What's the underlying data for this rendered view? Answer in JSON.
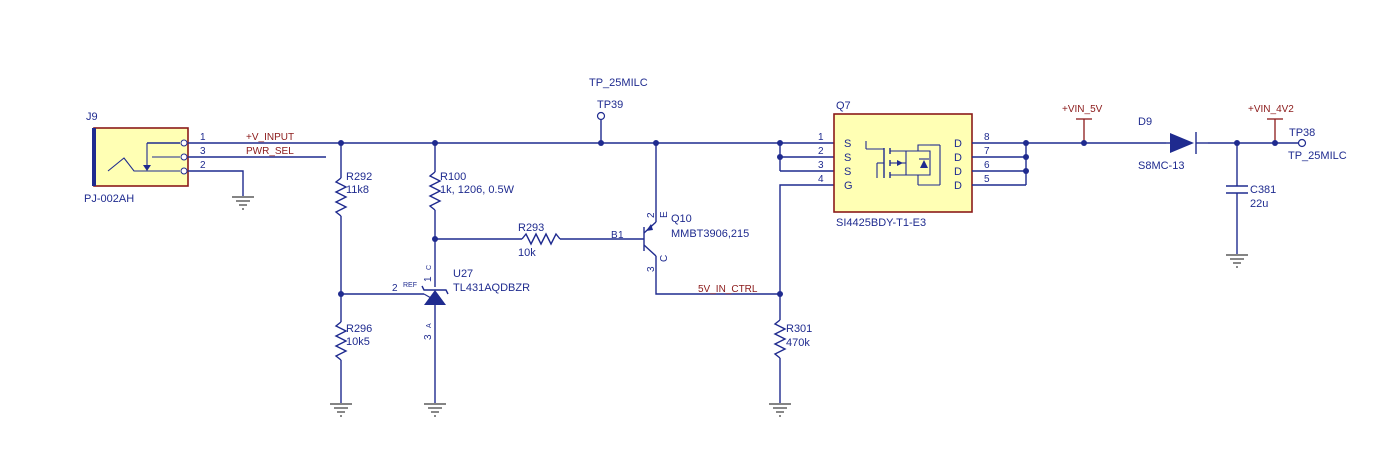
{
  "colors": {
    "wire": "#1f2b8f",
    "net_label": "#8b1a1a",
    "component_fill": "#ffffb4",
    "ground": "#3a3a3a"
  },
  "j9": {
    "ref": "J9",
    "part": "PJ-002AH",
    "pin1": "1",
    "pin3": "3",
    "pin2": "2"
  },
  "nets": {
    "v_input": "+V_INPUT",
    "pwr_sel": "PWR_SEL",
    "ctrl": "5V_IN_CTRL"
  },
  "r292": {
    "ref": "R292",
    "value": "11k8"
  },
  "r296": {
    "ref": "R296",
    "value": "10k5"
  },
  "r100": {
    "ref": "R100",
    "value": "1k, 1206, 0.5W"
  },
  "r293": {
    "ref": "R293",
    "value": "10k"
  },
  "r301": {
    "ref": "R301",
    "value": "470k"
  },
  "u27": {
    "ref": "U27",
    "part": "TL431AQDBZR",
    "pin_c": "1",
    "pin_c_letter": "C",
    "pin_ref": "2",
    "pin_ref_label": "REF",
    "pin_a": "3",
    "pin_a_letter": "A"
  },
  "q10": {
    "ref": "Q10",
    "part": "MMBT3906,215",
    "pin_b": "B",
    "pin_b_num": "1",
    "pin_e": "2",
    "pin_e_letter": "E",
    "pin_c": "3",
    "pin_c_letter": "C"
  },
  "tp39": {
    "ref": "TP39",
    "part": "TP_25MILC"
  },
  "tp38": {
    "ref": "TP38",
    "part": "TP_25MILC"
  },
  "q7": {
    "ref": "Q7",
    "part": "SI4425BDY-T1-E3",
    "left_pins": [
      {
        "num": "1",
        "name": "S"
      },
      {
        "num": "2",
        "name": "S"
      },
      {
        "num": "3",
        "name": "S"
      },
      {
        "num": "4",
        "name": "G"
      }
    ],
    "right_pins": [
      {
        "num": "8",
        "name": "D"
      },
      {
        "num": "7",
        "name": "D"
      },
      {
        "num": "6",
        "name": "D"
      },
      {
        "num": "5",
        "name": "D"
      }
    ]
  },
  "vin5": {
    "label": "+VIN_5V"
  },
  "vin4": {
    "label": "+VIN_4V2"
  },
  "d9": {
    "ref": "D9",
    "part": "S8MC-13"
  },
  "c381": {
    "ref": "C381",
    "value": "22u"
  }
}
